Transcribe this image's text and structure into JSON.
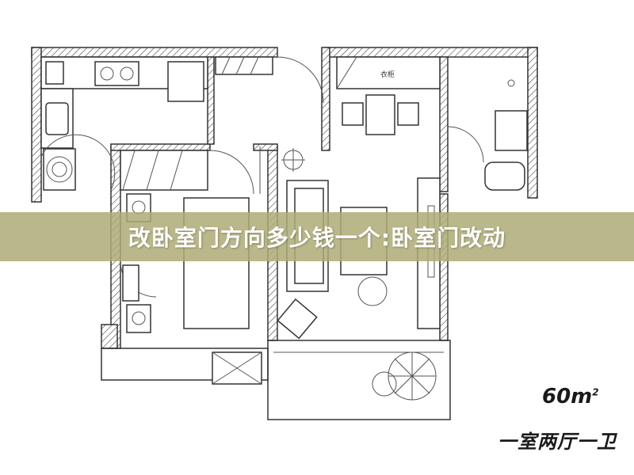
{
  "banner": {
    "title": "改卧室门方向多少钱一个:卧室门改动"
  },
  "plan": {
    "area_value": "60m",
    "area_unit_sup": "2",
    "layout_type": "一室两厅一卫",
    "wardrobe_label": "衣柜"
  },
  "colors": {
    "banner_bg": "#aeaa76",
    "banner_text": "#ffffff",
    "wall_stroke": "#333333"
  }
}
